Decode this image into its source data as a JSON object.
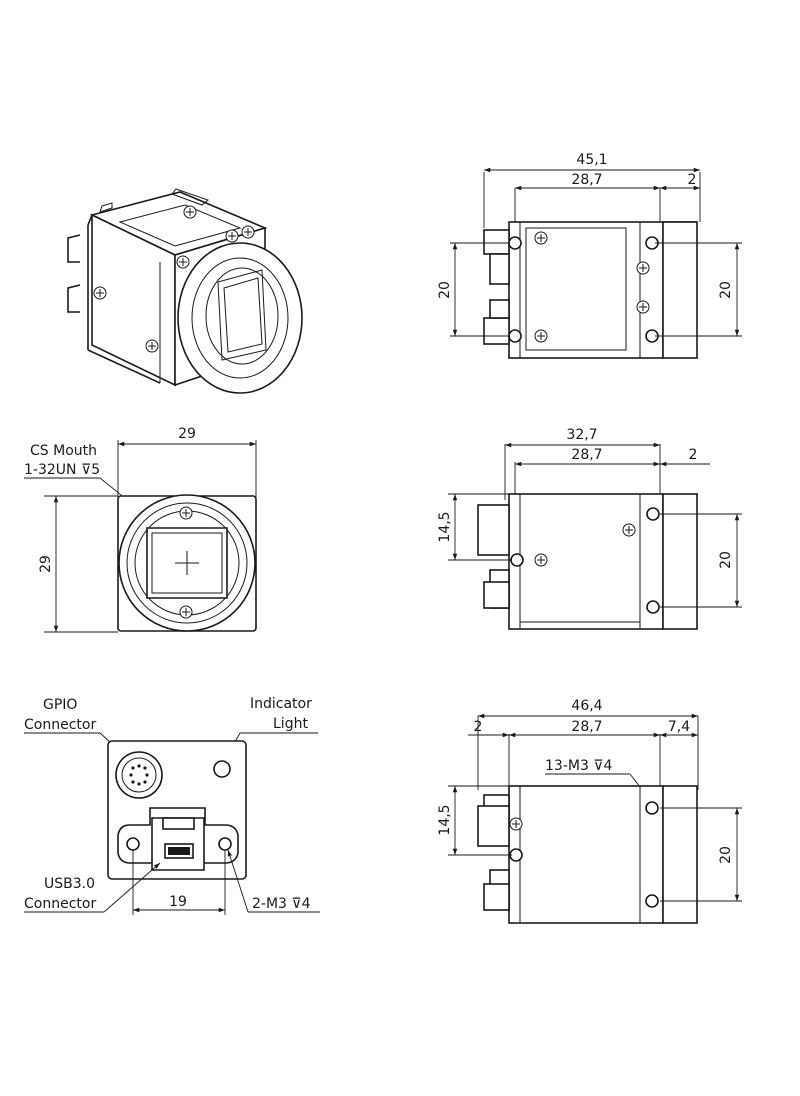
{
  "iso_view": {},
  "top_right_view": {
    "dim_overall": "45,1",
    "dim_body": "28,7",
    "dim_flange": "2",
    "dim_left_height": "20",
    "dim_right_height": "20"
  },
  "front_view": {
    "label_line1": "CS Mouth",
    "label_line2": "1-32UN ⊽5",
    "dim_width": "29",
    "dim_height": "29"
  },
  "side_view": {
    "dim_overall": "32,7",
    "dim_body": "28,7",
    "dim_flange": "2",
    "dim_left_height": "14,5",
    "dim_right_height": "20"
  },
  "back_view": {
    "gpio_line1": "GPIO",
    "gpio_line2": "Connector",
    "indicator_line1": "Indicator",
    "indicator_line2": "Light",
    "usb_line1": "USB3.0",
    "usb_line2": "Connector",
    "dim_hole_spacing": "19",
    "hole_spec": "2-M3 ⊽4"
  },
  "bottom_view": {
    "dim_overall": "46,4",
    "dim_left_flange": "2",
    "dim_body": "28,7",
    "dim_right": "7,4",
    "hole_spec": "13-M3 ⊽4",
    "dim_left_height": "14,5",
    "dim_right_height": "20"
  }
}
